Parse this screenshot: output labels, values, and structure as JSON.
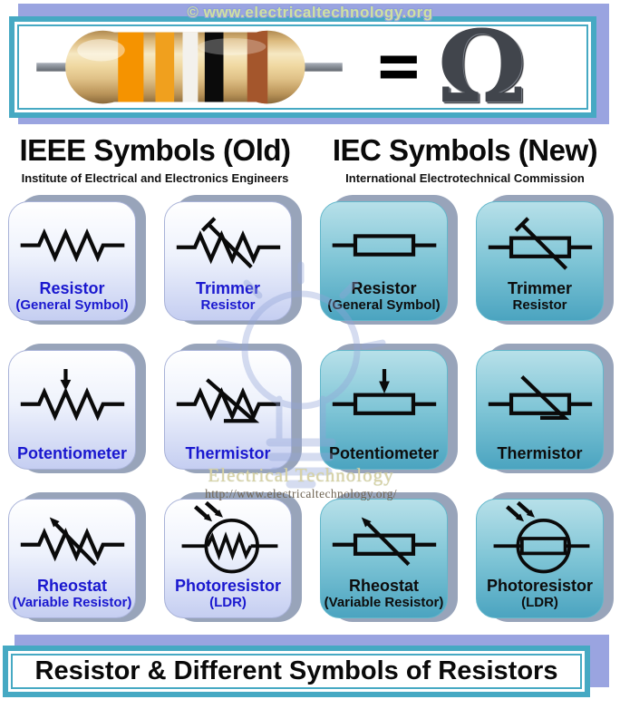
{
  "header": {
    "copyright": "© www.electricaltechnology.org",
    "equals": "=",
    "omega": "Ω"
  },
  "columns": {
    "ieee": {
      "title": "IEEE Symbols (Old)",
      "subtitle": "Institute of Electrical and Electronics Engineers"
    },
    "iec": {
      "title": "IEC Symbols (New)",
      "subtitle": "International Electrotechnical Commission"
    }
  },
  "cards": [
    {
      "standard": "IEEE",
      "type": "resistor",
      "label": "Resistor",
      "sublabel": "(General Symbol)"
    },
    {
      "standard": "IEEE",
      "type": "trimmer",
      "label": "Trimmer",
      "sublabel": "Resistor"
    },
    {
      "standard": "IEC",
      "type": "resistor",
      "label": "Resistor",
      "sublabel": "(General Symbol)"
    },
    {
      "standard": "IEC",
      "type": "trimmer",
      "label": "Trimmer",
      "sublabel": "Resistor"
    },
    {
      "standard": "IEEE",
      "type": "potentiometer",
      "label": "Potentiometer",
      "sublabel": ""
    },
    {
      "standard": "IEEE",
      "type": "thermistor",
      "label": "Thermistor",
      "sublabel": ""
    },
    {
      "standard": "IEC",
      "type": "potentiometer",
      "label": "Potentiometer",
      "sublabel": ""
    },
    {
      "standard": "IEC",
      "type": "thermistor",
      "label": "Thermistor",
      "sublabel": ""
    },
    {
      "standard": "IEEE",
      "type": "rheostat",
      "label": "Rheostat",
      "sublabel": "(Variable Resistor)"
    },
    {
      "standard": "IEEE",
      "type": "photoresistor",
      "label": "Photoresistor",
      "sublabel": "(LDR)"
    },
    {
      "standard": "IEC",
      "type": "rheostat",
      "label": "Rheostat",
      "sublabel": "(Variable Resistor)"
    },
    {
      "standard": "IEC",
      "type": "photoresistor",
      "label": "Photoresistor",
      "sublabel": "(LDR)"
    }
  ],
  "watermark": {
    "line1": "Electrical Technology",
    "line2": "http://www.electricaltechnology.org/"
  },
  "footer": {
    "title": "Resistor & Different Symbols of Resistors"
  },
  "colors": {
    "periwinkle": "#9aa4e0",
    "teal_border": "#46a9c3",
    "card_shadow": "#98a4ba",
    "ieee_label_blue": "#1a18cf",
    "iec_label_black": "#0d0d0d",
    "ieee_card_bottom": "#c5cef1",
    "iec_card_top": "#b7e0e9",
    "iec_card_bottom": "#4ba4c0"
  }
}
